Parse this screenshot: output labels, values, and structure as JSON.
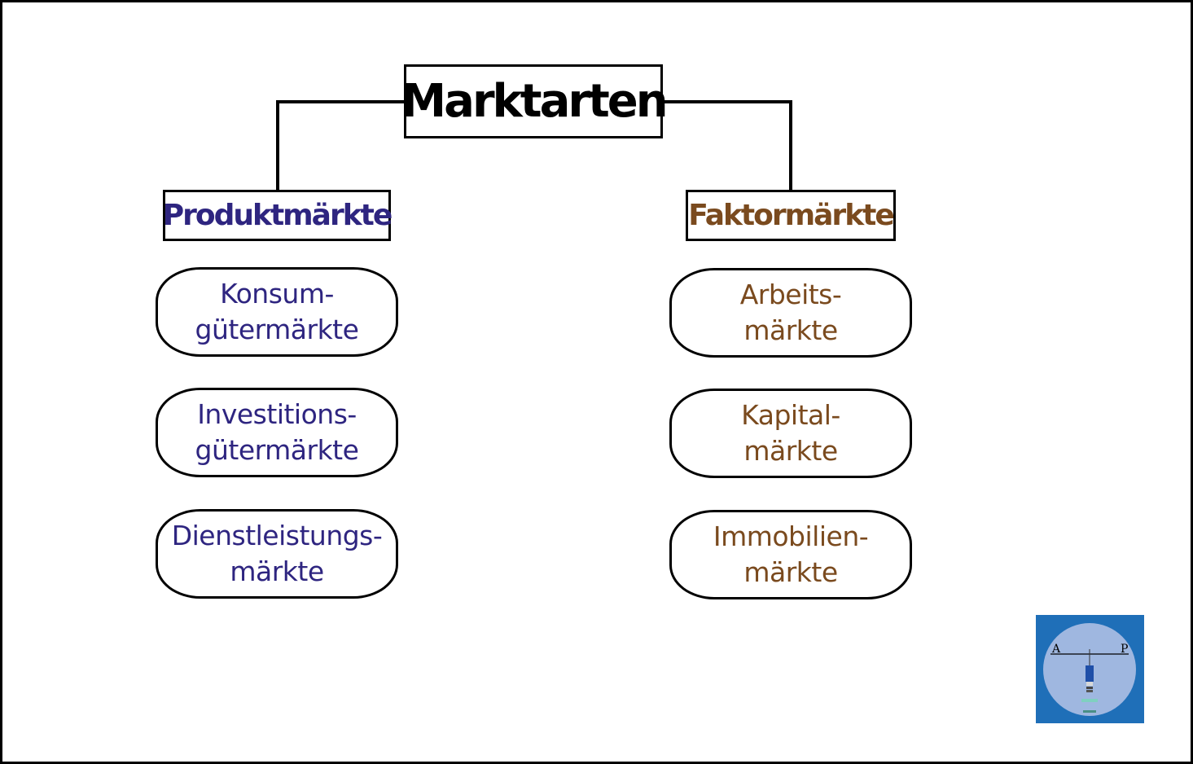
{
  "title": "Marktarten",
  "categories": {
    "left": {
      "label": "Produktmärkte",
      "color": "#2e2580",
      "items": [
        {
          "line1": "Konsum-",
          "line2": "gütermärkte"
        },
        {
          "line1": "Investitions-",
          "line2": "gütermärkte"
        },
        {
          "line1": "Dienstleistungs-",
          "line2": "märkte"
        }
      ]
    },
    "right": {
      "label": "Faktormärkte",
      "color": "#7a4a1e",
      "items": [
        {
          "line1": "Arbeits-",
          "line2": "märkte"
        },
        {
          "line1": "Kapital-",
          "line2": "märkte"
        },
        {
          "line1": "Immobilien-",
          "line2": "märkte"
        }
      ]
    }
  },
  "logo": {
    "letter_left": "A",
    "letter_right": "P",
    "background_color": "#1f6fb8",
    "circle_color": "#9fb7e0",
    "icon": "balance-scale-icon"
  }
}
